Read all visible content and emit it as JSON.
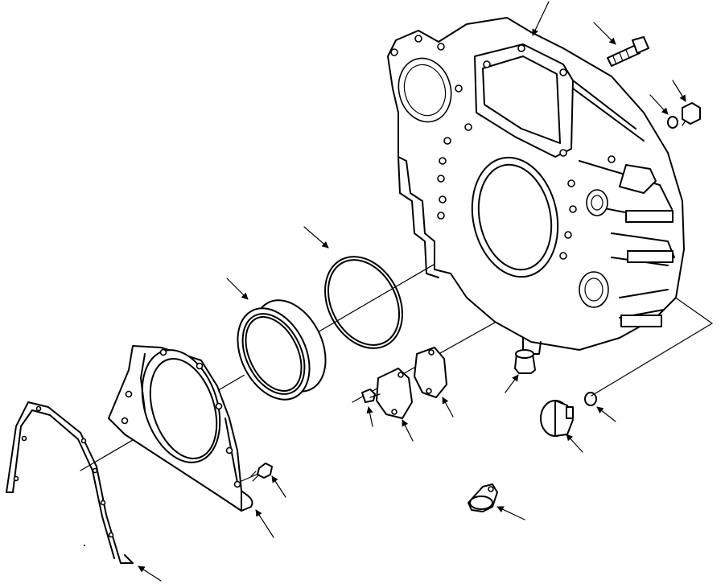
{
  "diagram": {
    "style": "exploded-view line drawing",
    "ink_color": "#000000",
    "background_color": "#ffffff",
    "parts": [
      {
        "name": "flywheel-housing"
      },
      {
        "name": "housing-bolt"
      },
      {
        "name": "drain-plug-small"
      },
      {
        "name": "o-ring-small"
      },
      {
        "name": "housing-seal-ring"
      },
      {
        "name": "o-ring-large"
      },
      {
        "name": "oil-seal"
      },
      {
        "name": "seal-cover"
      },
      {
        "name": "gasket"
      },
      {
        "name": "cover-bolt"
      },
      {
        "name": "inspection-cover"
      },
      {
        "name": "cover-gasket"
      },
      {
        "name": "cover-screw"
      },
      {
        "name": "rubber-plug"
      },
      {
        "name": "plug-large"
      },
      {
        "name": "o-ring-plug"
      },
      {
        "name": "clamp-bracket"
      }
    ]
  }
}
